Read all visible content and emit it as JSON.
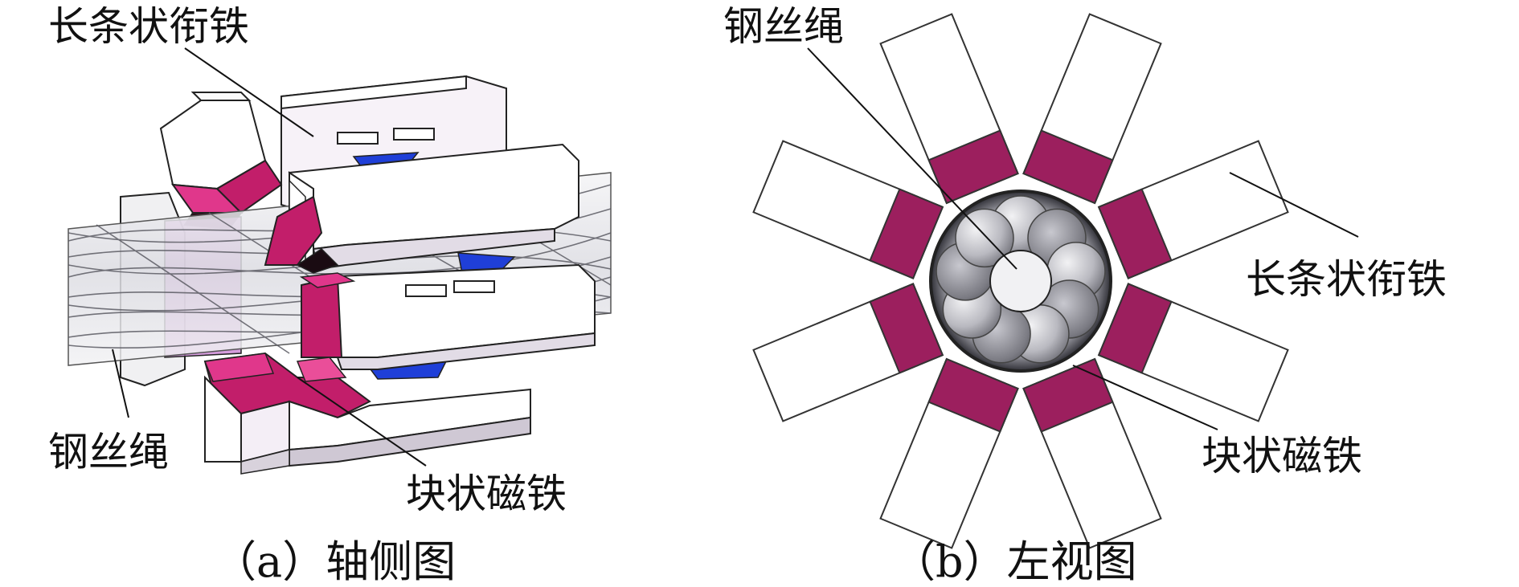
{
  "colors": {
    "magnet": "#9c1f5e",
    "magnet_light": "#e8388e",
    "magnet_pink": "#d65ea8",
    "armature_fill": "#ffffff",
    "armature_shade": "#f3e8f3",
    "armature_side": "#d8d2dc",
    "rope_gray": "#8a8a8f",
    "blue": "#1f3fd8",
    "stroke": "#222222"
  },
  "panel_a": {
    "label_armature": "长条状衔铁",
    "label_rope": "钢丝绳",
    "label_magnet": "块状磁铁",
    "caption": "（a）轴侧图"
  },
  "panel_b": {
    "label_rope": "钢丝绳",
    "label_armature": "长条状衔铁",
    "label_magnet": "块状磁铁",
    "caption": "（b）左视图",
    "arm_count": 8
  }
}
